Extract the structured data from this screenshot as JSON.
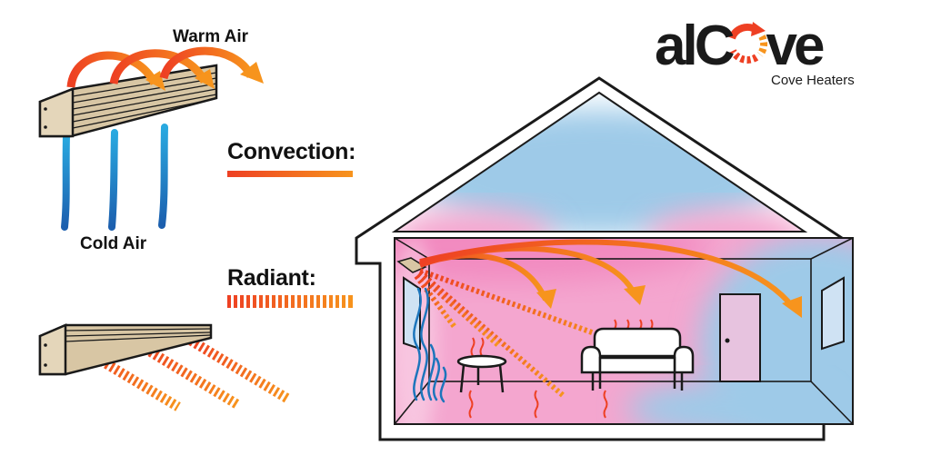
{
  "labels": {
    "warm_air": "Warm Air",
    "cold_air": "Cold Air",
    "convection": "Convection:",
    "radiant": "Radiant:"
  },
  "brand": {
    "name_prefix": "alC",
    "name_suffix": "ve",
    "tagline": "Cove Heaters"
  },
  "colors": {
    "warm_orange": "#f7941d",
    "hot_red": "#ee4023",
    "cold_blue": "#1c75bc",
    "room_pink": "#f4a6cf",
    "room_blue": "#a9cde8",
    "heater_wood": "#d8c6a4",
    "outline": "#1a1a1a"
  }
}
